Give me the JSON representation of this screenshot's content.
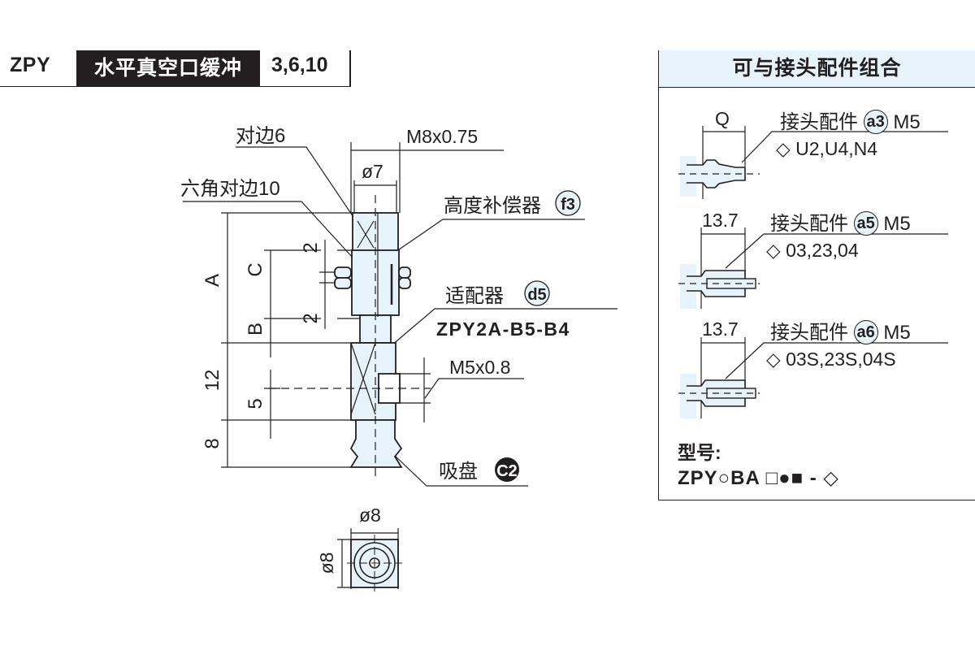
{
  "title": {
    "series_code": "ZPY",
    "name": "水平真空口缓冲",
    "sizes": "3,6,10"
  },
  "drawing": {
    "labels": {
      "across_flats_6": "对边6",
      "thread_top": "M8x0.75",
      "dia_7": "ø7",
      "hex_across_flats_10": "六角对边10",
      "height_compensator": "高度补偿器",
      "height_compensator_badge": "f3",
      "adapter": "适配器",
      "adapter_badge": "d5",
      "adapter_model": "ZPY2A-B5-B4",
      "port_thread": "M5x0.8",
      "suction_cup": "吸盘",
      "suction_cup_badge": "C2",
      "dim_A": "A",
      "dim_B": "B",
      "dim_C": "C",
      "dim_2_top": "2",
      "dim_2_bottom": "2",
      "dim_12": "12",
      "dim_5": "5",
      "dim_8": "8",
      "bottom_view_width": "ø8",
      "bottom_view_height": "ø8"
    }
  },
  "panel": {
    "title": "可与接头配件组合",
    "fittings": [
      {
        "dim": "Q",
        "label": "接头配件",
        "badge": "a3",
        "thread": "M5",
        "symbol": "◇",
        "options": "U2,U4,N4"
      },
      {
        "dim": "13.7",
        "label": "接头配件",
        "badge": "a5",
        "thread": "M5",
        "symbol": "◇",
        "options": "03,23,04"
      },
      {
        "dim": "13.7",
        "label": "接头配件",
        "badge": "a6",
        "thread": "M5",
        "symbol": "◇",
        "options": "03S,23S,04S"
      }
    ],
    "model": {
      "heading": "型号:",
      "code": "ZPY○BA □●■ - ◇"
    }
  },
  "colors": {
    "ink": "#231f20",
    "part_fill": "#e6f3fb",
    "title_fill": "#231f20"
  }
}
